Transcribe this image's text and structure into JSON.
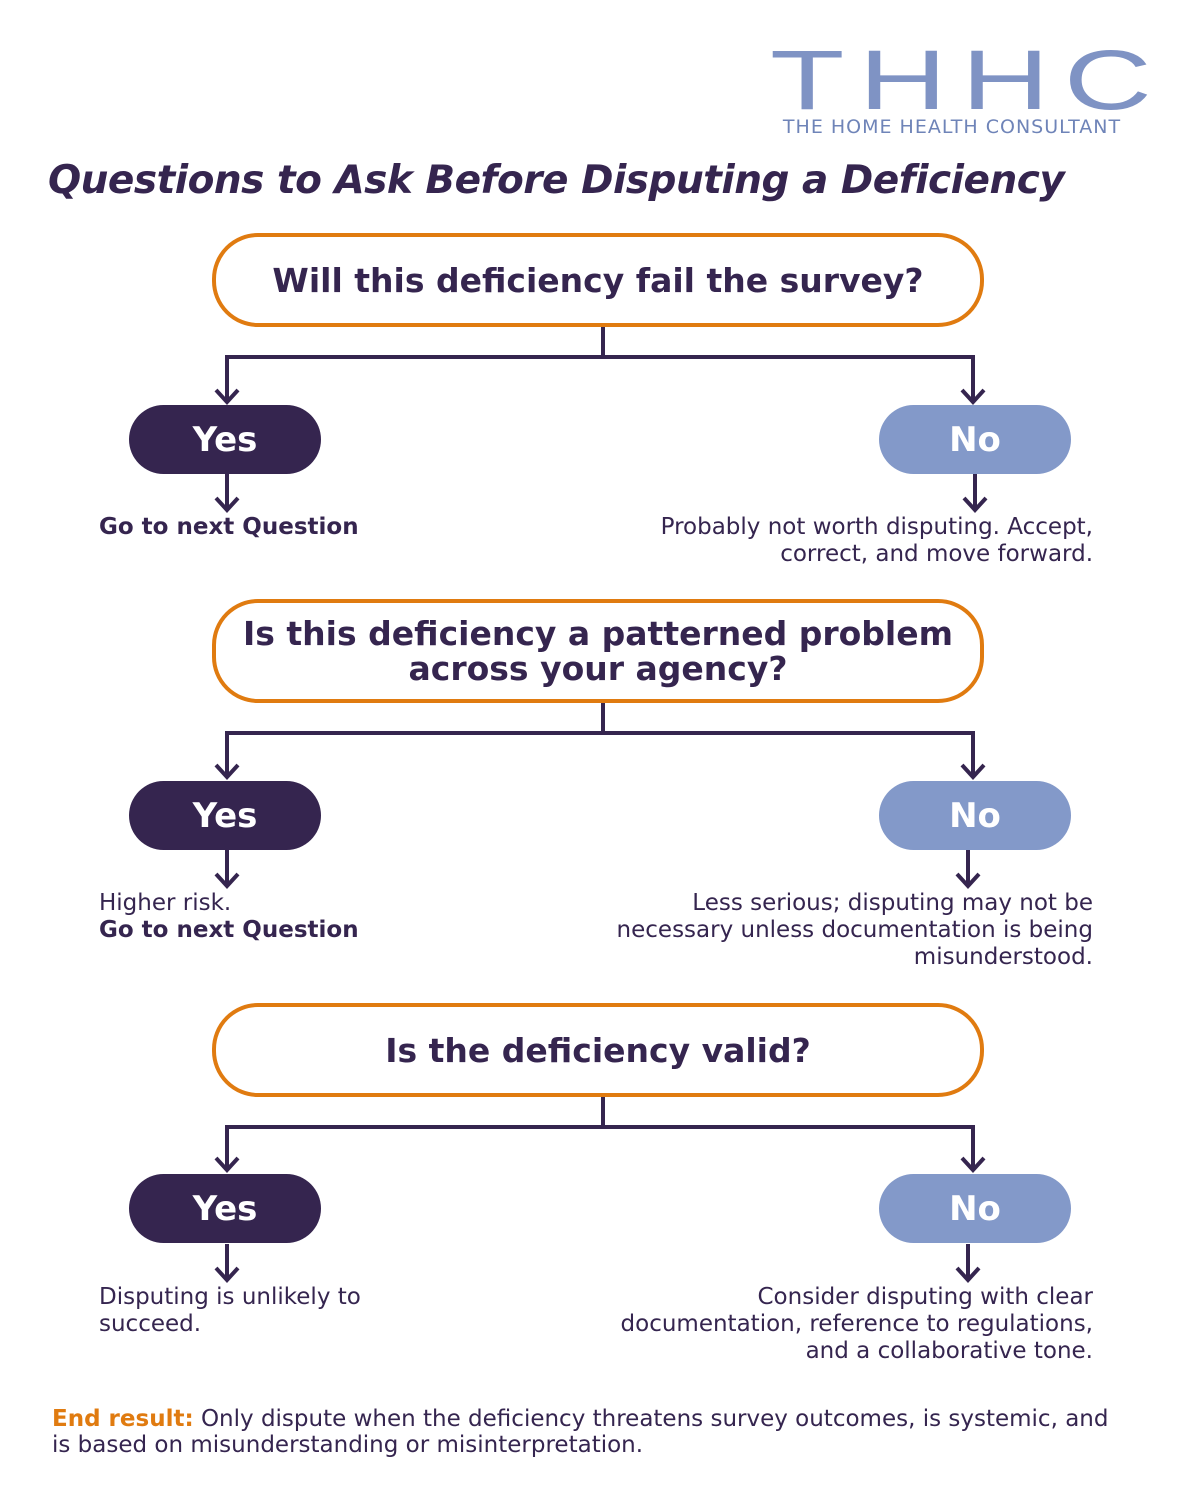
{
  "logo": {
    "mark": "THHC",
    "subtitle": "THE HOME HEALTH CONSULTANT"
  },
  "title": "Questions to Ask Before Disputing a Deficiency",
  "questions": [
    {
      "text": "Will this deficiency fail the survey?",
      "yes_label": "Yes",
      "no_label": "No",
      "yes_outcome": {
        "line1": "",
        "line2": "Go to next Question"
      },
      "no_outcome": "Probably not worth disputing. Accept, correct, and move forward."
    },
    {
      "text": "Is this deficiency a patterned problem across your agency?",
      "yes_label": "Yes",
      "no_label": "No",
      "yes_outcome": {
        "line1": "Higher risk.",
        "line2": "Go to next Question"
      },
      "no_outcome": "Less serious; disputing may not be necessary unless documentation is being misunderstood."
    },
    {
      "text": "Is the deficiency valid?",
      "yes_label": "Yes",
      "no_label": "No",
      "yes_outcome": {
        "line1": "Disputing is unlikely to succeed.",
        "line2": ""
      },
      "no_outcome": "Consider disputing with clear documentation, reference to regulations, and a collaborative tone."
    }
  ],
  "end_result": {
    "label": "End result:",
    "text": "Only dispute when the deficiency threatens survey outcomes, is systemic, and is based on misunderstanding or misinterpretation."
  },
  "colors": {
    "primary": "#35254f",
    "accent": "#e07b10",
    "secondary": "#8399c9"
  }
}
